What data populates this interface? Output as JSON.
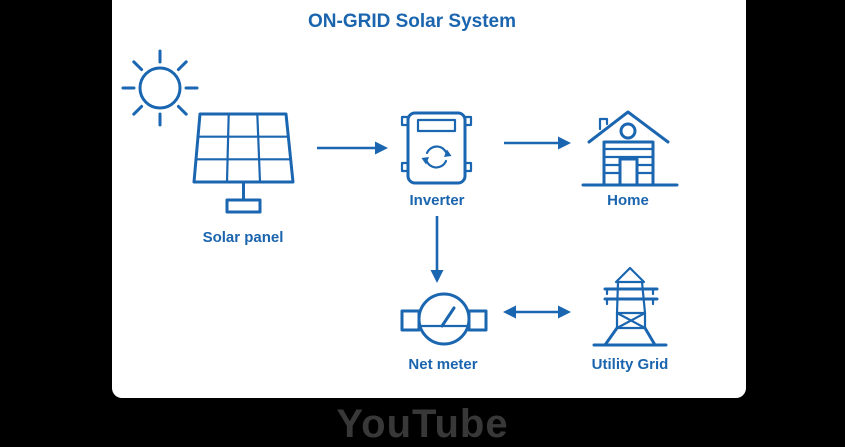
{
  "title": "ON-GRID Solar System",
  "colors": {
    "primary_blue": "#1b66b0",
    "background": "#000000",
    "card": "#ffffff",
    "caption_text": "#383838"
  },
  "nodes": {
    "sun": {
      "icon": "sun-icon",
      "label": ""
    },
    "solar_panel": {
      "icon": "solar-panel-icon",
      "label": "Solar panel"
    },
    "inverter": {
      "icon": "inverter-icon",
      "label": "Inverter"
    },
    "home": {
      "icon": "home-icon",
      "label": "Home"
    },
    "net_meter": {
      "icon": "net-meter-icon",
      "label": "Net meter"
    },
    "utility_grid": {
      "icon": "utility-grid-icon",
      "label": "Utility Grid"
    }
  },
  "connections": [
    {
      "from": "solar_panel",
      "to": "inverter",
      "bidirectional": false,
      "icon": "arrow-right-icon"
    },
    {
      "from": "inverter",
      "to": "home",
      "bidirectional": false,
      "icon": "arrow-right-icon"
    },
    {
      "from": "inverter",
      "to": "net_meter",
      "bidirectional": false,
      "icon": "arrow-down-icon"
    },
    {
      "from": "net_meter",
      "to": "utility_grid",
      "bidirectional": true,
      "icon": "arrow-left-right-icon"
    }
  ],
  "caption": {
    "text": "YouTube"
  }
}
